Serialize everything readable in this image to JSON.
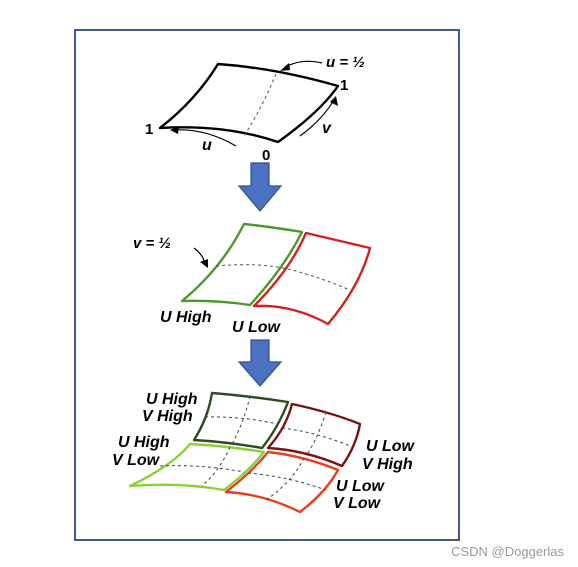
{
  "labels": {
    "u_half": "u = ½",
    "v_half": "v = ½",
    "one_left": "1",
    "one_right": "1",
    "zero": "0",
    "u": "u",
    "v": "v",
    "u_high_1": "U High",
    "u_low_1": "U Low",
    "q_tl_line1": "U High",
    "q_tl_line2": "V High",
    "q_bl_line1": "U High",
    "q_bl_line2": "V Low",
    "q_tr_line1": "U Low",
    "q_tr_line2": "V High",
    "q_br_line1": "U Low",
    "q_br_line2": "V Low"
  },
  "colors": {
    "frame": "#3f5a8a",
    "arrow_fill": "#4a72c0",
    "arrow_stroke": "#2f4f8a",
    "green": "#4a9a2a",
    "red": "#d62020",
    "dark_green": "#2f4a1f",
    "dark_red": "#7a1414",
    "light_green": "#8ccf3a",
    "orange_red": "#e8401c"
  },
  "watermark": "CSDN @Doggerlas"
}
